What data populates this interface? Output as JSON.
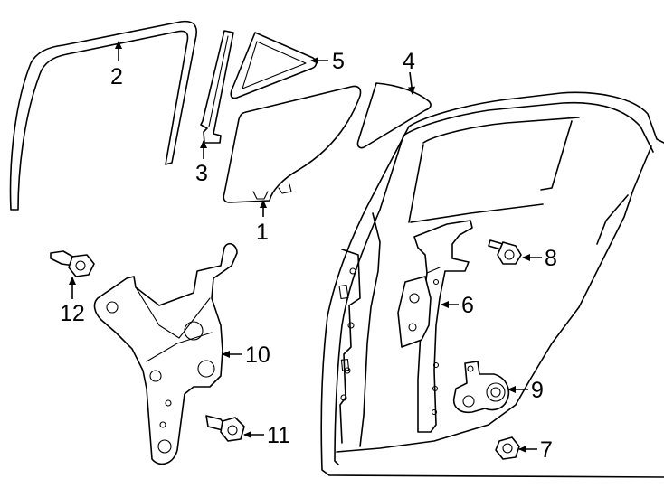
{
  "callouts": [
    {
      "id": "c1",
      "label": "1",
      "part": "rear door glass"
    },
    {
      "id": "c2",
      "label": "2",
      "part": "glass run channel"
    },
    {
      "id": "c3",
      "label": "3",
      "part": "division bar channel"
    },
    {
      "id": "c4",
      "label": "4",
      "part": "quarter window glass"
    },
    {
      "id": "c5",
      "label": "5",
      "part": "fixed door glass"
    },
    {
      "id": "c6",
      "label": "6",
      "part": "window regulator"
    },
    {
      "id": "c7",
      "label": "7",
      "part": "nut"
    },
    {
      "id": "c8",
      "label": "8",
      "part": "bolt"
    },
    {
      "id": "c9",
      "label": "9",
      "part": "regulator motor"
    },
    {
      "id": "c10",
      "label": "10",
      "part": "mounting bracket"
    },
    {
      "id": "c11",
      "label": "11",
      "part": "bolt"
    },
    {
      "id": "c12",
      "label": "12",
      "part": "bolt"
    }
  ]
}
